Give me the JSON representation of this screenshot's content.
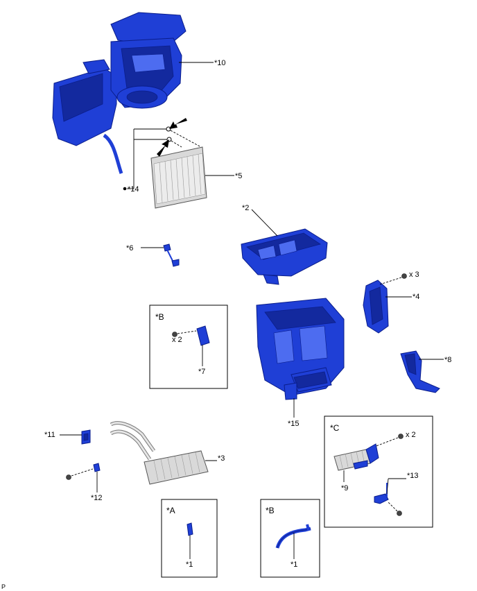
{
  "labels": {
    "p10": "*10",
    "p5": "*5",
    "p14": "*14",
    "p2": "*2",
    "p6": "*6",
    "p4": "*4",
    "x3": "x 3",
    "boxB_title": "*B",
    "boxB_x2": "x 2",
    "p7": "*7",
    "p8": "*8",
    "p15": "*15",
    "p11": "*11",
    "p3": "*3",
    "p12": "*12",
    "boxC_title": "*C",
    "boxC_x2": "x 2",
    "p9": "*9",
    "p13": "*13",
    "boxA_title": "*A",
    "boxA_p1": "*1",
    "boxB2_title": "*B",
    "boxB2_p1": "*1",
    "corner": "P"
  },
  "colors": {
    "part": "#1f3fd6",
    "part_outline": "#0a1d8a",
    "metal": "#d9d9d9"
  }
}
